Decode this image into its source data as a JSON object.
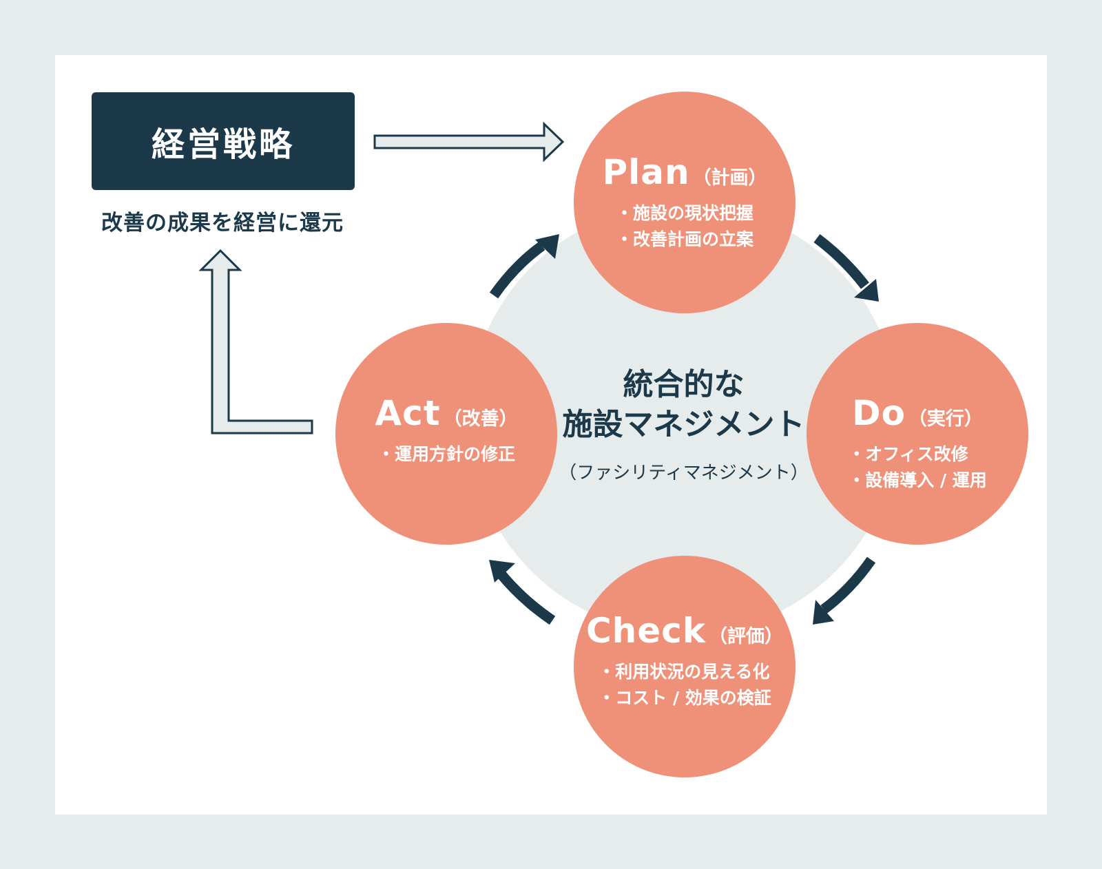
{
  "strategy": {
    "title": "経営戦略",
    "caption": "改善の成果を経営に還元"
  },
  "center": {
    "title_line1": "統合的な",
    "title_line2": "施設マネジメント",
    "subtitle": "（ファシリティマネジメント）"
  },
  "phases": {
    "plan": {
      "title": "Plan",
      "jp": "（計画）",
      "items": [
        "施設の現状把握",
        "改善計画の立案"
      ]
    },
    "do": {
      "title": "Do",
      "jp": "（実行）",
      "items": [
        "オフィス改修",
        "設備導入 / 運用"
      ]
    },
    "check": {
      "title": "Check",
      "jp": "（評価）",
      "items": [
        "利用状況の見える化",
        "コスト / 効果の検証"
      ]
    },
    "act": {
      "title": "Act",
      "jp": "（改善）",
      "items": [
        "運用方針の修正"
      ]
    }
  },
  "colors": {
    "background": "#e6ebec",
    "card": "#ffffff",
    "navy": "#1c394a",
    "phase_circle": "#ef9178",
    "outline_arrow_fill": "#e6ebec"
  }
}
